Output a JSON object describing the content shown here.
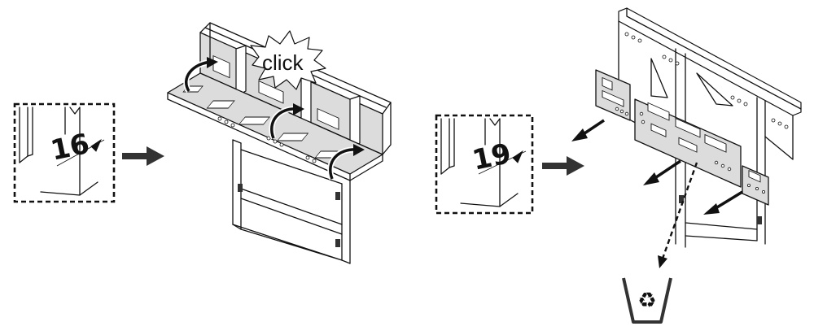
{
  "diagram": {
    "step_left": {
      "label": "16"
    },
    "click_callout": {
      "label": "click"
    },
    "step_right": {
      "label": "19"
    },
    "icons": {
      "process_arrow": "right-arrow-icon",
      "recycle": "recycle-bin-icon",
      "rotate": "curved-rotate-arrow-icon"
    },
    "colors": {
      "line": "#111111",
      "panel_fill": "#dcdcdc",
      "background": "#ffffff"
    }
  }
}
